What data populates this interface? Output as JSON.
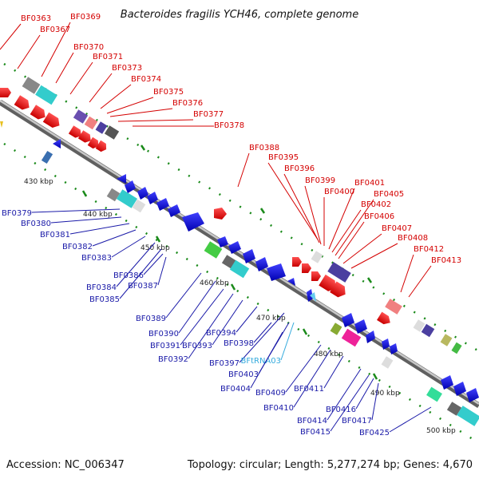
{
  "title": "Bacteroides fragilis YCH46, complete genome",
  "footer": {
    "accession": "Accession: NC_006347",
    "summary": "Topology: circular; Length: 5,277,274 bp; Genes: 4,670"
  },
  "colors": {
    "forward_label": "#d40000",
    "reverse_label": "#1a1aa8",
    "rna_label": "#33aadd",
    "backbone": "#808080",
    "tick": "#1a8a1a"
  },
  "scale_labels": [
    "430 kbp",
    "440 kbp",
    "450 kbp",
    "460 kbp",
    "470 kbp",
    "480 kbp",
    "490 kbp",
    "500 kbp"
  ],
  "labels": [
    {
      "text": "BF0363",
      "strand": "forward"
    },
    {
      "text": "BF0367",
      "strand": "forward"
    },
    {
      "text": "BF0369",
      "strand": "forward"
    },
    {
      "text": "BF0370",
      "strand": "forward"
    },
    {
      "text": "BF0371",
      "strand": "forward"
    },
    {
      "text": "BF0373",
      "strand": "forward"
    },
    {
      "text": "BF0374",
      "strand": "forward"
    },
    {
      "text": "BF0375",
      "strand": "forward"
    },
    {
      "text": "BF0376",
      "strand": "forward"
    },
    {
      "text": "BF0377",
      "strand": "forward"
    },
    {
      "text": "BF0378",
      "strand": "forward"
    },
    {
      "text": "BF0388",
      "strand": "forward"
    },
    {
      "text": "BF0395",
      "strand": "forward"
    },
    {
      "text": "BF0396",
      "strand": "forward"
    },
    {
      "text": "BF0399",
      "strand": "forward"
    },
    {
      "text": "BF0400",
      "strand": "forward"
    },
    {
      "text": "BF0401",
      "strand": "forward"
    },
    {
      "text": "BF0402",
      "strand": "forward"
    },
    {
      "text": "BF0405",
      "strand": "forward"
    },
    {
      "text": "BF0406",
      "strand": "forward"
    },
    {
      "text": "BF0407",
      "strand": "forward"
    },
    {
      "text": "BF0408",
      "strand": "forward"
    },
    {
      "text": "BF0412",
      "strand": "forward"
    },
    {
      "text": "BF0413",
      "strand": "forward"
    },
    {
      "text": "BF0379",
      "strand": "reverse"
    },
    {
      "text": "BF0380",
      "strand": "reverse"
    },
    {
      "text": "BF0381",
      "strand": "reverse"
    },
    {
      "text": "BF0382",
      "strand": "reverse"
    },
    {
      "text": "BF0383",
      "strand": "reverse"
    },
    {
      "text": "BF0384",
      "strand": "reverse"
    },
    {
      "text": "BF0385",
      "strand": "reverse"
    },
    {
      "text": "BF0386",
      "strand": "reverse"
    },
    {
      "text": "BF0387",
      "strand": "reverse"
    },
    {
      "text": "BF0389",
      "strand": "reverse"
    },
    {
      "text": "BF0390",
      "strand": "reverse"
    },
    {
      "text": "BF0391",
      "strand": "reverse"
    },
    {
      "text": "BF0392",
      "strand": "reverse"
    },
    {
      "text": "BF0393",
      "strand": "reverse"
    },
    {
      "text": "BF0394",
      "strand": "reverse"
    },
    {
      "text": "BF0397",
      "strand": "reverse"
    },
    {
      "text": "BFtRNA03",
      "strand": "rna"
    },
    {
      "text": "BF0398",
      "strand": "reverse"
    },
    {
      "text": "BF0403",
      "strand": "reverse"
    },
    {
      "text": "BF0404",
      "strand": "reverse"
    },
    {
      "text": "BF0409",
      "strand": "reverse"
    },
    {
      "text": "BF0410",
      "strand": "reverse"
    },
    {
      "text": "BF0411",
      "strand": "reverse"
    },
    {
      "text": "BF0414",
      "strand": "reverse"
    },
    {
      "text": "BF0415",
      "strand": "reverse"
    },
    {
      "text": "BF0416",
      "strand": "reverse"
    },
    {
      "text": "BF0417",
      "strand": "reverse"
    },
    {
      "text": "BF0425",
      "strand": "reverse"
    }
  ]
}
